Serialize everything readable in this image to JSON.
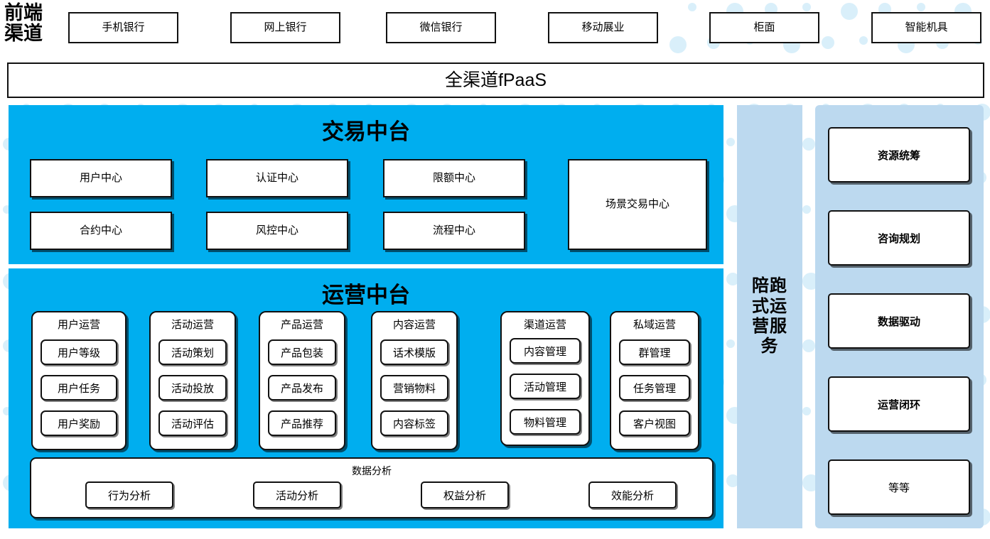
{
  "colors": {
    "cyan_panel": "#00AEEF",
    "light_blue_panel": "#BCD9EF",
    "dot_decoration": "#D9EFFA",
    "box_border": "#111111",
    "box_fill": "#FFFFFF"
  },
  "front_channel": {
    "label": "前端\n渠道",
    "channels": [
      {
        "label": "手机银行"
      },
      {
        "label": "网上银行"
      },
      {
        "label": "微信银行"
      },
      {
        "label": "移动展业"
      },
      {
        "label": "柜面"
      },
      {
        "label": "智能机具"
      }
    ]
  },
  "fpaas": {
    "label": "全渠道fPaaS"
  },
  "trade_platform": {
    "title": "交易中台",
    "centers": [
      {
        "label": "用户中心"
      },
      {
        "label": "认证中心"
      },
      {
        "label": "限额中心"
      },
      {
        "label": "合约中心"
      },
      {
        "label": "风控中心"
      },
      {
        "label": "流程中心"
      }
    ],
    "scene_center": {
      "label": "场景交易中心"
    }
  },
  "operation_platform": {
    "title": "运营中台",
    "columns": [
      {
        "title": "用户运营",
        "items": [
          "用户等级",
          "用户任务",
          "用户奖励"
        ]
      },
      {
        "title": "活动运营",
        "items": [
          "活动策划",
          "活动投放",
          "活动评估"
        ]
      },
      {
        "title": "产品运营",
        "items": [
          "产品包装",
          "产品发布",
          "产品推荐"
        ]
      },
      {
        "title": "内容运营",
        "items": [
          "话术模版",
          "营销物料",
          "内容标签"
        ]
      },
      {
        "title": "渠道运营",
        "items": [
          "内容管理",
          "活动管理",
          "物料管理"
        ]
      },
      {
        "title": "私域运营",
        "items": [
          "群管理",
          "任务管理",
          "客户视图"
        ]
      }
    ],
    "data_analysis": {
      "title": "数据分析",
      "items": [
        "行为分析",
        "活动分析",
        "权益分析",
        "效能分析"
      ]
    }
  },
  "service_column": {
    "label": "陪跑式运营服务"
  },
  "right_panel": {
    "cards": [
      {
        "label": "资源统筹",
        "bold": true
      },
      {
        "label": "咨询规划",
        "bold": true
      },
      {
        "label": "数据驱动",
        "bold": true
      },
      {
        "label": "运营闭环",
        "bold": true
      },
      {
        "label": "等等",
        "bold": false
      }
    ]
  }
}
